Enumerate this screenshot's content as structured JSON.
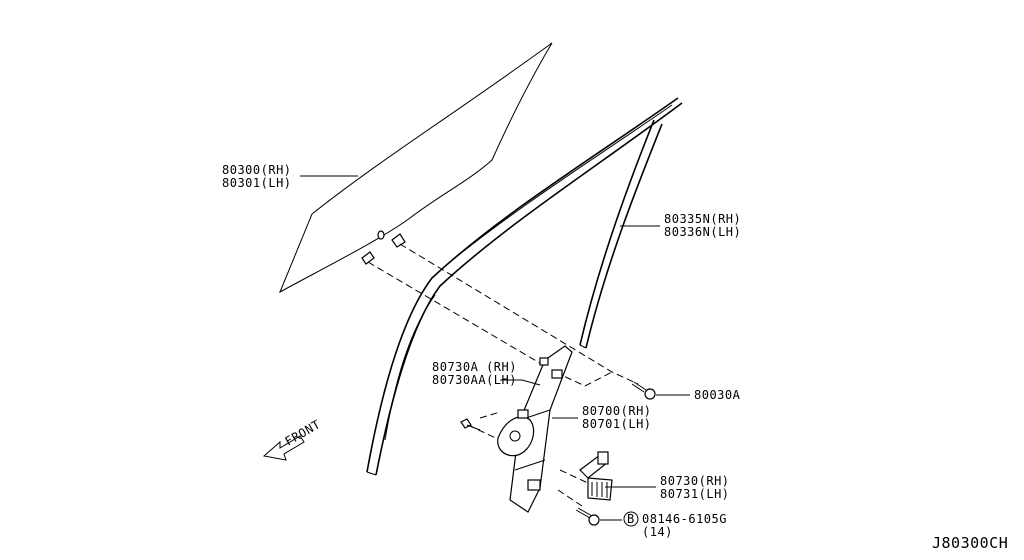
{
  "labels": {
    "glass_rh": "80300(RH)",
    "glass_lh": "80301(LH)",
    "sash_rh": "80335N(RH)",
    "sash_lh": "80336N(LH)",
    "clip_rh": "80730A (RH)",
    "clip_lh": "80730AA(LH)",
    "screw": "80030A",
    "regulator_rh": "80700(RH)",
    "regulator_lh": "80701(LH)",
    "motor_rh": "80730(RH)",
    "motor_lh": "80731(LH)",
    "bolt_code": "08146-6105G",
    "bolt_qty": "(14)",
    "bolt_marker": "B",
    "front": "FRONT"
  },
  "diagram_code": "J80300CH"
}
